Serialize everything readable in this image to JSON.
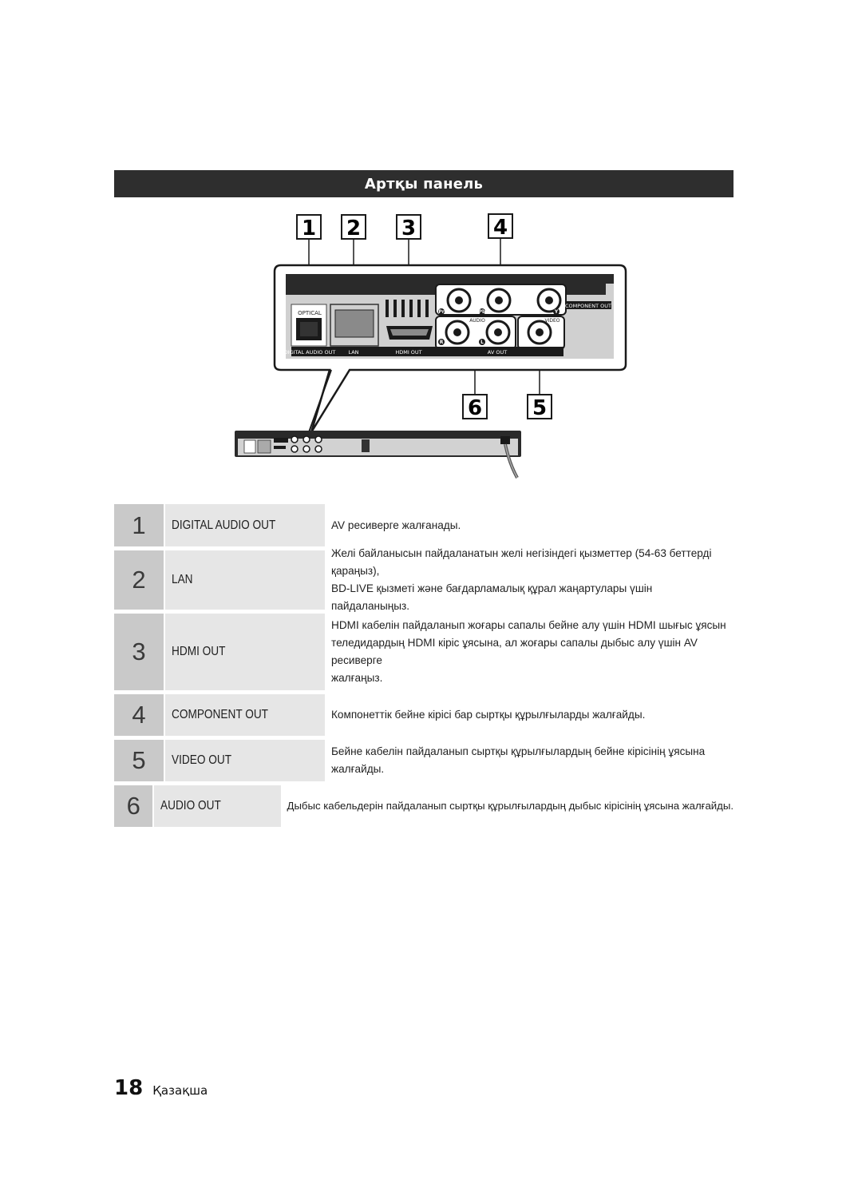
{
  "section": {
    "title": "Артқы панель"
  },
  "diagram": {
    "callouts": [
      "1",
      "2",
      "3",
      "4",
      "6",
      "5"
    ],
    "panel_labels": {
      "optical": "OPTICAL",
      "digital_audio_out": "DIGITAL AUDIO OUT",
      "lan": "LAN",
      "hdmi_out": "HDMI OUT",
      "component_out": "COMPONENT OUT",
      "av_out": "AV OUT",
      "audio": "AUDIO",
      "video": "VIDEO"
    },
    "jack_letters": [
      "Pr",
      "Pb",
      "Y",
      "R",
      "L"
    ]
  },
  "rows": [
    {
      "num": "1",
      "name": "DIGITAL AUDIO OUT",
      "desc": [
        "AV ресиверге жалғанады."
      ]
    },
    {
      "num": "2",
      "name": "LAN",
      "desc": [
        "Желі байланысын пайдаланатын желі негізіндегі қызметтер (54-63 беттерді қараңыз),",
        "BD-LIVE қызметі және бағдарламалық құрал жаңартулары үшін пайдаланыңыз."
      ]
    },
    {
      "num": "3",
      "name": "HDMI OUT",
      "desc": [
        "HDMI кабелін пайдаланып жоғары сапалы бейне алу үшін HDMI шығыс ұясын",
        "теледидардың HDMI кіріс ұясына, ал жоғары сапалы дыбыс алу үшін AV ресиверге",
        "жалғаңыз."
      ]
    },
    {
      "num": "4",
      "name": "COMPONENT OUT",
      "desc": [
        "Компонеттік бейне кірісі бар сыртқы құрылғыларды жалғайды."
      ]
    },
    {
      "num": "5",
      "name": "VIDEO OUT",
      "desc": [
        "Бейне кабелін пайдаланып сыртқы құрылғылардың бейне кірісінің ұясына жалғайды."
      ]
    },
    {
      "num": "6",
      "name": "AUDIO OUT",
      "desc": [
        "Дыбыс кабельдерін пайдаланып сыртқы құрылғылардың дыбыс кірісінің ұясына жалғайды."
      ]
    }
  ],
  "footer": {
    "page_number": "18",
    "language": "Қазақша"
  }
}
